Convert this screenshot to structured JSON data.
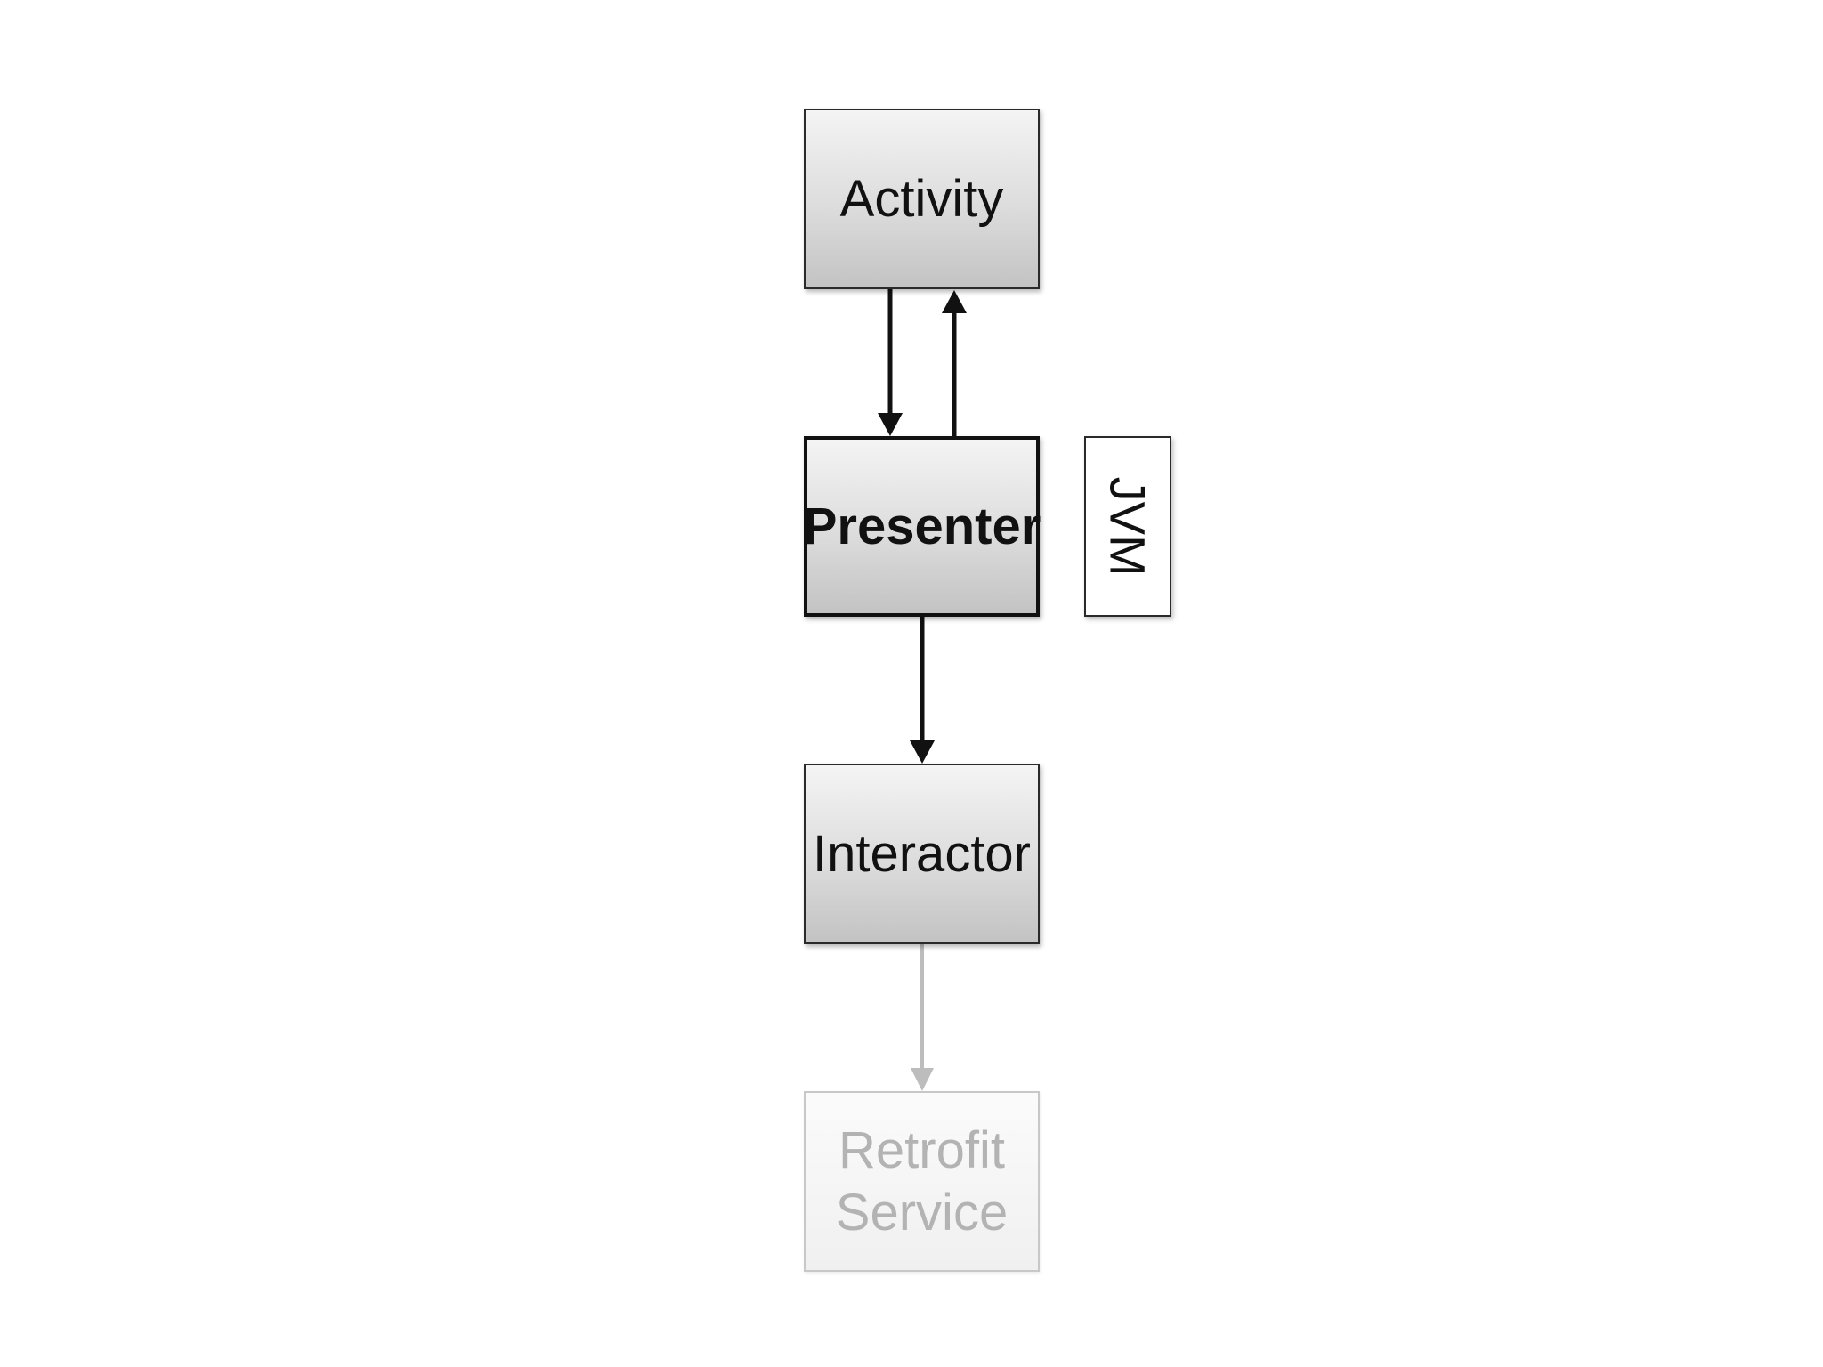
{
  "nodes": {
    "activity": {
      "label": "Activity"
    },
    "presenter": {
      "label": "Presenter"
    },
    "interactor": {
      "label": "Interactor"
    },
    "retrofit": {
      "label": "Retrofit\nService"
    },
    "jvm": {
      "label": "JVM"
    }
  },
  "edges": [
    {
      "from": "activity",
      "to": "presenter",
      "style": "solid"
    },
    {
      "from": "presenter",
      "to": "activity",
      "style": "solid"
    },
    {
      "from": "presenter",
      "to": "interactor",
      "style": "solid"
    },
    {
      "from": "interactor",
      "to": "retrofit",
      "style": "faded"
    }
  ],
  "colors": {
    "box_border": "#2a2a2a",
    "arrow": "#111111",
    "faded": "#b3b3b3",
    "background": "#ffffff"
  }
}
